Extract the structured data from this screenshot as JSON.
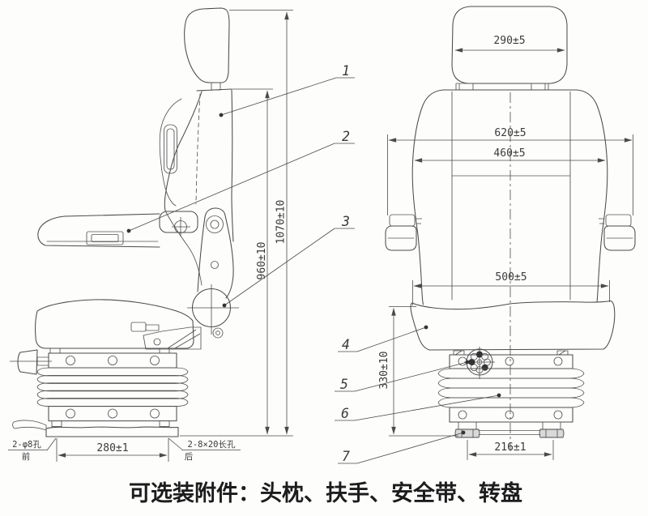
{
  "caption": "可选装附件：头枕、扶手、安全带、转盘",
  "side_view": {
    "callouts": [
      "1",
      "2",
      "3"
    ],
    "dimensions": {
      "backrest_height": "960±10",
      "total_height": "1070±10",
      "mount_hole_spacing": "280±1"
    },
    "mount_labels": {
      "front_holes": "2-φ8孔",
      "front_position": "前",
      "rear_slots": "2-8×20长孔",
      "rear_position": "后"
    }
  },
  "front_view": {
    "callouts": [
      "4",
      "5",
      "6",
      "7"
    ],
    "dimensions": {
      "headrest_width": "290±5",
      "overall_width": "620±5",
      "backrest_width": "460±5",
      "cushion_width": "500±5",
      "rail_spacing": "216±1",
      "cushion_height": "330±10"
    }
  }
}
